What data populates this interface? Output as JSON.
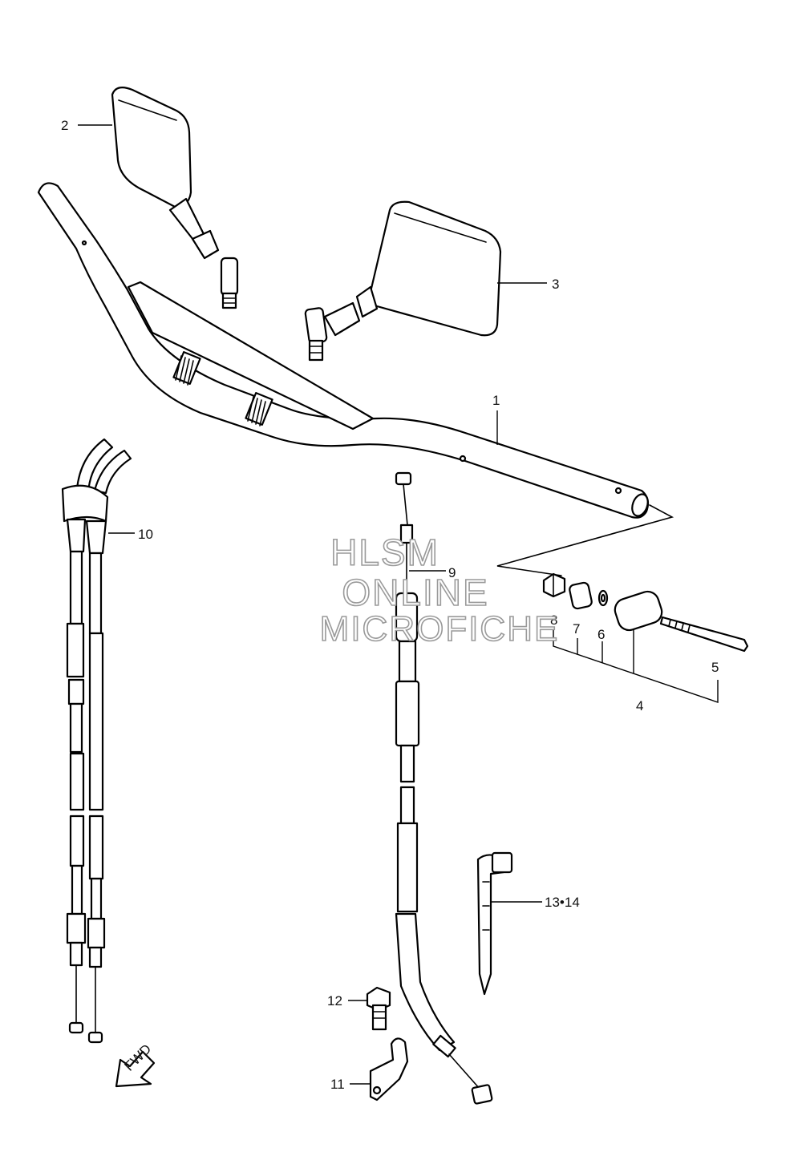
{
  "watermark": {
    "line1": "HLSM",
    "line2": "ONLINE",
    "line3": "MICROFICHE"
  },
  "direction_badge": "FWD",
  "callouts": {
    "c1": "1",
    "c2": "2",
    "c3": "3",
    "c4": "4",
    "c5": "5",
    "c6": "6",
    "c7": "7",
    "c8": "8",
    "c9": "9",
    "c10": "10",
    "c11": "11",
    "c12": "12",
    "c13_14": "13•14"
  }
}
